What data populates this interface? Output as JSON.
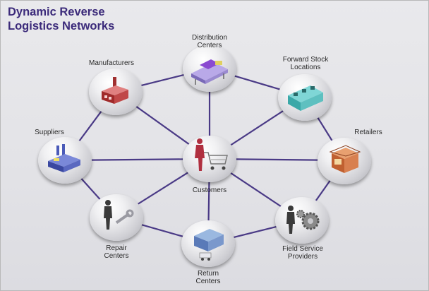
{
  "title": {
    "line1": "Dynamic Reverse",
    "line2": "Logistics Networks"
  },
  "colors": {
    "title": "#3b2a7a",
    "link": "#4a3a86",
    "node": "#cfcfd4"
  },
  "nodes": {
    "distribution": {
      "line1": "Distribution",
      "line2": "Centers",
      "icon": "conveyor-icon"
    },
    "forward_stock": {
      "line1": "Forward Stock",
      "line2": "Locations",
      "icon": "warehouse-icon"
    },
    "retailers": {
      "line1": "Retailers",
      "icon": "store-icon"
    },
    "field_service": {
      "line1": "Field Service",
      "line2": "Providers",
      "icon": "technician-gear-icon"
    },
    "return_centers": {
      "line1": "Return",
      "line2": "Centers",
      "icon": "truck-depot-icon"
    },
    "repair_centers": {
      "line1": "Repair",
      "line2": "Centers",
      "icon": "mechanic-wrench-icon"
    },
    "suppliers": {
      "line1": "Suppliers",
      "icon": "supplier-factory-icon"
    },
    "manufacturers": {
      "line1": "Manufacturers",
      "icon": "factory-icon"
    },
    "customers": {
      "line1": "Customers",
      "icon": "shopper-cart-icon"
    }
  }
}
